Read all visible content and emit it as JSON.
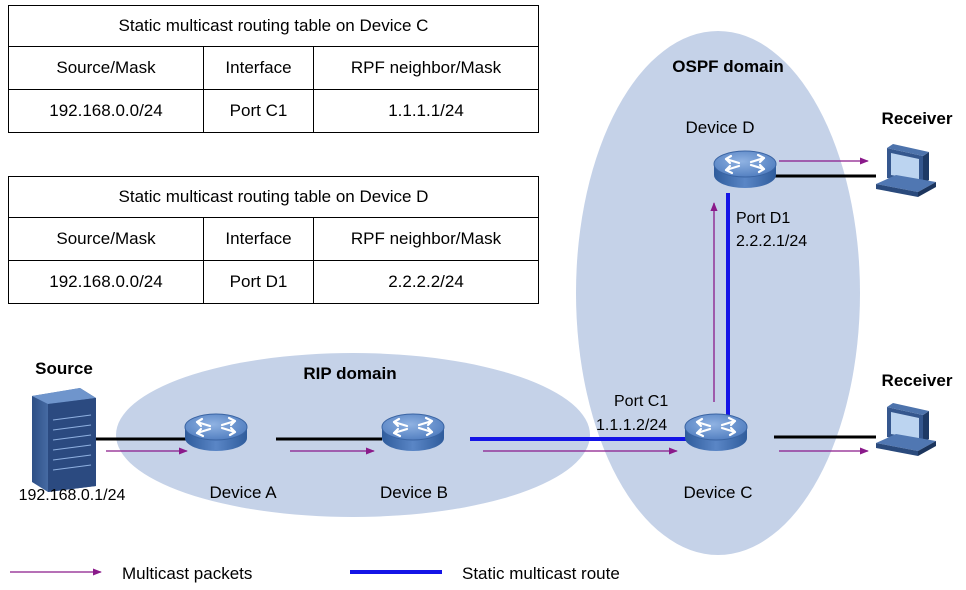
{
  "tables": [
    {
      "title": "Static multicast routing table on Device C",
      "headers": [
        "Source/Mask",
        "Interface",
        "RPF neighbor/Mask"
      ],
      "row": [
        "192.168.0.0/24",
        "Port C1",
        "1.1.1.1/24"
      ]
    },
    {
      "title": "Static multicast routing table on Device D",
      "headers": [
        "Source/Mask",
        "Interface",
        "RPF neighbor/Mask"
      ],
      "row": [
        "192.168.0.0/24",
        "Port D1",
        "2.2.2.2/24"
      ]
    }
  ],
  "domains": {
    "ospf": "OSPF domain",
    "rip": "RIP domain"
  },
  "devices": {
    "a": "Device A",
    "b": "Device B",
    "c": "Device C",
    "d": "Device D",
    "source": "Source",
    "source_ip": "192.168.0.1/24",
    "receiver_top": "Receiver",
    "receiver_bottom": "Receiver"
  },
  "ports": {
    "d1_name": "Port D1",
    "d1_ip": "2.2.2.1/24",
    "c1_name": "Port C1",
    "c1_ip": "1.1.1.2/24"
  },
  "legend": {
    "multicast_packets": "Multicast packets",
    "static_route": "Static multicast route"
  },
  "colors": {
    "domain_fill": "#c5d2e8",
    "static_route": "#1414e6",
    "packet_arrow": "#8a1a8a",
    "router_body": "#4f7cc0"
  }
}
